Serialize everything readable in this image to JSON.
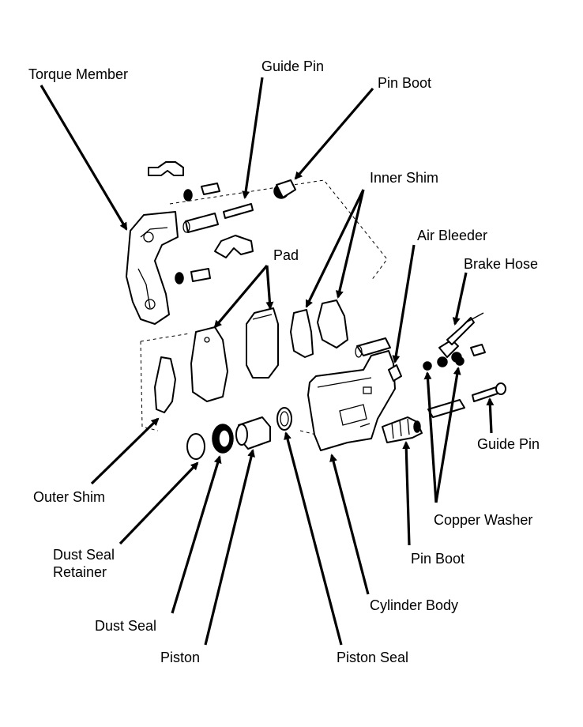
{
  "labels": {
    "torque_member": "Torque Member",
    "guide_pin_top": "Guide Pin",
    "pin_boot_top": "Pin Boot",
    "inner_shim": "Inner Shim",
    "air_bleeder": "Air Bleeder",
    "pad": "Pad",
    "brake_hose": "Brake Hose",
    "guide_pin_right": "Guide Pin",
    "outer_shim": "Outer Shim",
    "copper_washer": "Copper Washer",
    "dust_seal_retainer_1": "Dust Seal",
    "dust_seal_retainer_2": "Retainer",
    "pin_boot_bottom": "Pin Boot",
    "cylinder_body": "Cylinder Body",
    "dust_seal": "Dust Seal",
    "piston": "Piston",
    "piston_seal": "Piston Seal"
  }
}
